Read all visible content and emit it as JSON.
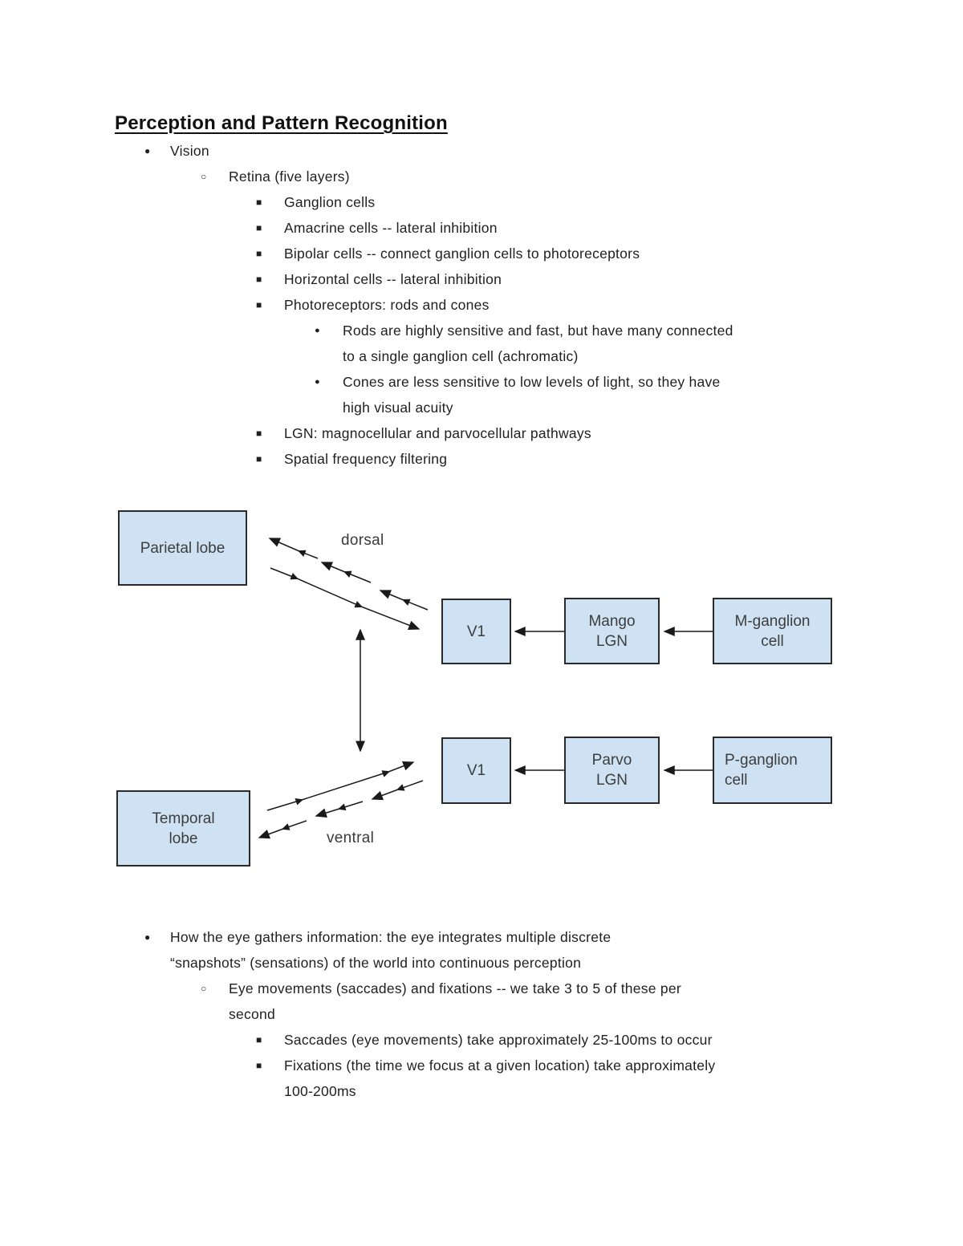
{
  "doc": {
    "title": "Perception and Pattern Recognition"
  },
  "bullets": {
    "disc": "●",
    "circle": "○",
    "square": "■",
    "disc_small": "●"
  },
  "outline1": {
    "items": [
      {
        "text": "Vision"
      },
      {
        "text": "Retina (five layers)"
      },
      {
        "text": "Ganglion cells"
      },
      {
        "text": "Amacrine cells -- lateral inhibition"
      },
      {
        "text": "Bipolar cells -- connect ganglion cells to photoreceptors"
      },
      {
        "text": "Horizontal cells -- lateral inhibition"
      },
      {
        "text": "Photoreceptors: rods and cones"
      },
      {
        "text": "Rods are highly sensitive and fast, but have many connected\nto a single ganglion cell (achromatic)"
      },
      {
        "text": "Cones are less sensitive to low levels of light, so they have\nhigh visual acuity"
      },
      {
        "text": "LGN: magnocellular and parvocellular pathways"
      },
      {
        "text": "Spatial frequency filtering"
      }
    ]
  },
  "outline2": {
    "items": [
      {
        "text": "How the eye gathers information: the eye integrates multiple discrete\n“snapshots” (sensations) of the world into continuous perception"
      },
      {
        "text": "Eye movements (saccades) and fixations -- we take 3 to 5 of these per\nsecond"
      },
      {
        "text": "Saccades (eye movements) take approximately 25-100ms to occur"
      },
      {
        "text": "Fixations (the time we focus at a given location) take approximately\n100-200ms"
      }
    ]
  },
  "diagram": {
    "dorsal_label": "dorsal",
    "ventral_label": "ventral",
    "boxes": [
      {
        "label": "Parietal lobe"
      },
      {
        "label": "V1"
      },
      {
        "label": "Mango\nLGN"
      },
      {
        "label": "M-ganglion\ncell"
      },
      {
        "label": "V1"
      },
      {
        "label": "Parvo\nLGN"
      },
      {
        "label": "P-ganglion\ncell"
      },
      {
        "label": "Temporal\nlobe"
      }
    ],
    "colors": {
      "box_fill": "#cfe2f3",
      "box_border": "#2a2a2a",
      "box_text": "#3d3d3d",
      "arrow": "#1a1a1a"
    }
  }
}
